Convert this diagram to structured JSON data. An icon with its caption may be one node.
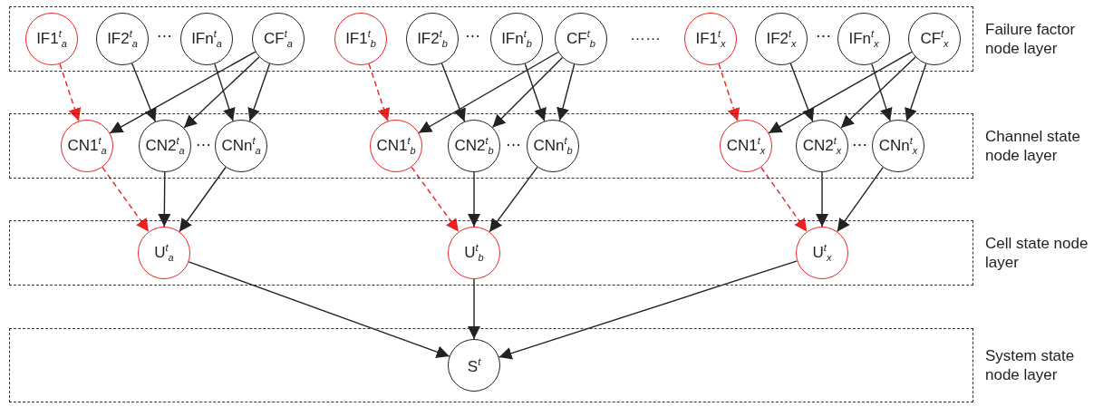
{
  "diagram": {
    "nodes": [
      {
        "text": [
          "Failure factor node layer"
        ]
      },
      {
        "text": [
          "IF1$^{t}$$_{a}$"
        ],
        "in": 0
      },
      {
        "text": [
          "IF2$^{t}$$_{a}$"
        ],
        "in": 0
      },
      {
        "text": [
          "IFn$^{t}$$_{a}$"
        ],
        "in": 0
      },
      {
        "text": [
          "CF$^{t}$$_{a}$"
        ],
        "in": 0
      },
      {
        "text": [
          "IF1$^{t}$$_{b}$"
        ],
        "in": 0
      },
      {
        "text": [
          "IF2$^{t}$$_{b}$"
        ],
        "in": 0
      },
      {
        "text": [
          "IFn$^{t}$$_{b}$"
        ],
        "in": 0
      },
      {
        "text": [
          "CF$^{t}$$_{b}$"
        ],
        "in": 0
      },
      {
        "text": [
          "IF1$^{t}$$_{x}$"
        ],
        "in": 0
      },
      {
        "text": [
          "IF2$^{t}$$_{x}$"
        ],
        "in": 0
      },
      {
        "text": [
          "IFn$^{t}$$_{x}$"
        ],
        "in": 0
      },
      {
        "text": [
          "CF$^{t}$$_{x}$"
        ],
        "in": 0
      },
      {
        "text": [
          "Channel state node layer"
        ]
      },
      {
        "text": [
          "CN1$^{t}$$_{a}$"
        ],
        "in": 13
      },
      {
        "text": [
          "CN2$^{t}$$_{a}$"
        ],
        "in": 13
      },
      {
        "text": [
          "CNn$^{t}$$_{a}$"
        ],
        "in": 13
      },
      {
        "text": [
          "CN1$^{t}$$_{b}$"
        ],
        "in": 13
      },
      {
        "text": [
          "CN2$^{t}$$_{b}$"
        ],
        "in": 13
      },
      {
        "text": [
          "CNn$^{t}$$_{b}$"
        ],
        "in": 13
      },
      {
        "text": [
          "CN1$^{t}$$_{x}$"
        ],
        "in": 13
      },
      {
        "text": [
          "CN2$^{t}$$_{x}$"
        ],
        "in": 13
      },
      {
        "text": [
          "CNn$^{t}$$_{x}$"
        ],
        "in": 13
      },
      {
        "text": [
          "Cell state node layer"
        ]
      },
      {
        "text": [
          "U$^{t}$$_{a}$"
        ],
        "in": 23
      },
      {
        "text": [
          "U$^{t}$$_{b}$"
        ],
        "in": 23
      },
      {
        "text": [
          "U$^{t}$$_{x}$"
        ],
        "in": 23
      },
      {
        "text": [
          "System state node layer"
        ]
      },
      {
        "text": [
          "S$^{t}$"
        ],
        "in": 27
      }
    ],
    "edges": [
      {
        "from": 1,
        "to": 14,
        "arrow": "to",
        "style": "dashed",
        "color": "#ee2222"
      },
      {
        "from": 4,
        "to": 14,
        "arrow": "to"
      },
      {
        "from": 2,
        "to": 15,
        "arrow": "to"
      },
      {
        "from": 4,
        "to": 15,
        "arrow": "to"
      },
      {
        "from": 3,
        "to": 16,
        "arrow": "to"
      },
      {
        "from": 4,
        "to": 16,
        "arrow": "to"
      },
      {
        "from": 5,
        "to": 17,
        "arrow": "to",
        "style": "dashed",
        "color": "#ee2222"
      },
      {
        "from": 8,
        "to": 17,
        "arrow": "to"
      },
      {
        "from": 6,
        "to": 18,
        "arrow": "to"
      },
      {
        "from": 8,
        "to": 18,
        "arrow": "to"
      },
      {
        "from": 7,
        "to": 19,
        "arrow": "to"
      },
      {
        "from": 8,
        "to": 19,
        "arrow": "to"
      },
      {
        "from": 9,
        "to": 20,
        "arrow": "to",
        "style": "dashed",
        "color": "#ee2222"
      },
      {
        "from": 12,
        "to": 20,
        "arrow": "to"
      },
      {
        "from": 10,
        "to": 21,
        "arrow": "to"
      },
      {
        "from": 12,
        "to": 21,
        "arrow": "to"
      },
      {
        "from": 11,
        "to": 22,
        "arrow": "to"
      },
      {
        "from": 12,
        "to": 22,
        "arrow": "to"
      },
      {
        "from": 14,
        "to": 24,
        "arrow": "to",
        "style": "dashed",
        "color": "#ee2222"
      },
      {
        "from": 15,
        "to": 24,
        "arrow": "to"
      },
      {
        "from": 16,
        "to": 24,
        "arrow": "to"
      },
      {
        "from": 17,
        "to": 25,
        "arrow": "to",
        "style": "dashed",
        "color": "#ee2222"
      },
      {
        "from": 18,
        "to": 25,
        "arrow": "to"
      },
      {
        "from": 19,
        "to": 25,
        "arrow": "to"
      },
      {
        "from": 20,
        "to": 26,
        "arrow": "to",
        "style": "dashed",
        "color": "#ee2222"
      },
      {
        "from": 21,
        "to": 26,
        "arrow": "to"
      },
      {
        "from": 22,
        "to": 26,
        "arrow": "to"
      },
      {
        "from": 24,
        "to": 28,
        "arrow": "to"
      },
      {
        "from": 25,
        "to": 28,
        "arrow": "to"
      },
      {
        "from": 26,
        "to": 28,
        "arrow": "to"
      }
    ],
    "labels": [
      "⋯",
      "⋯",
      "……",
      "⋯",
      "⋯",
      "⋯",
      "⋯"
    ]
  }
}
